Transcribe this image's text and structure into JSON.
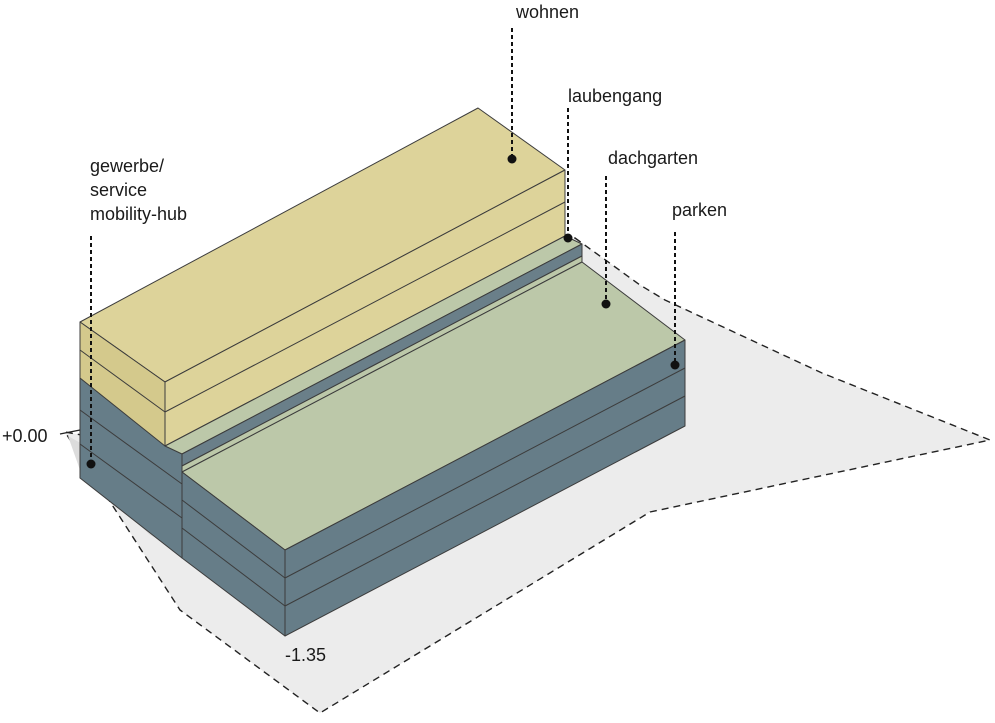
{
  "labels": {
    "wohnen": "wohnen",
    "laubengang": "laubengang",
    "dachgarten": "dachgarten",
    "parken": "parken",
    "gewerbe_line1": "gewerbe/",
    "gewerbe_line2": "service",
    "gewerbe_line3": "mobility-hub"
  },
  "levels": {
    "ground": "+0.00",
    "basement": "-1.35"
  },
  "colors": {
    "wohnen": "#ddd39a",
    "wohnen_side": "#d4c98c",
    "dachgarten": "#bcc8a9",
    "laubengang": "#6a7f89",
    "base_side": "#667d88",
    "site": "#ececec",
    "site_dark": "#dcdcdc"
  }
}
